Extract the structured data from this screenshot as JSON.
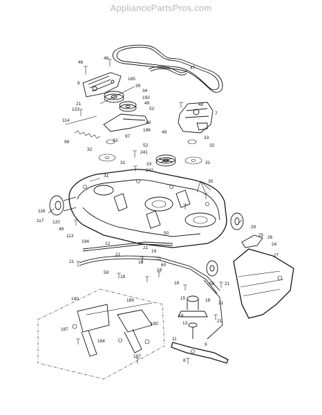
{
  "header": {
    "site_name": "AppliancePartsPros.com"
  },
  "diagram": {
    "labels": {
      "46a": "46",
      "46b": "46",
      "47": "47",
      "6": "6",
      "165": "165",
      "39": "39",
      "34": "34",
      "192": "192",
      "49a": "49",
      "52a": "52",
      "21a": "21",
      "122": "122",
      "48": "48",
      "7": "7",
      "114": "114",
      "43": "43",
      "196": "196",
      "97": "97",
      "49b": "49",
      "33a": "33",
      "98": "98",
      "33b": "33",
      "32a": "32",
      "52b": "52",
      "32b": "32",
      "241": "241",
      "31a": "31",
      "33c": "33",
      "31b": "31",
      "242": "242",
      "31c": "31",
      "30": "30",
      "116": "116",
      "117": "117",
      "120": "120",
      "49c": "49",
      "113": "113",
      "50": "50",
      "29": "29",
      "25": "25",
      "26": "26",
      "24": "24",
      "194": "194",
      "12": "12",
      "27": "27",
      "21b": "21",
      "21c": "21",
      "21d": "21",
      "19": "19",
      "18a": "18",
      "21e": "21",
      "60": "60",
      "59": "59",
      "18b": "18",
      "18c": "18",
      "18d": "18",
      "58": "58",
      "21f": "21",
      "190a": "190",
      "189": "189",
      "15": "15",
      "18e": "18",
      "21g": "21",
      "14": "14",
      "21h": "21",
      "190b": "190",
      "187a": "187",
      "184": "184",
      "13": "13",
      "11": "11",
      "187b": "187",
      "9": "9",
      "8": "8"
    }
  }
}
